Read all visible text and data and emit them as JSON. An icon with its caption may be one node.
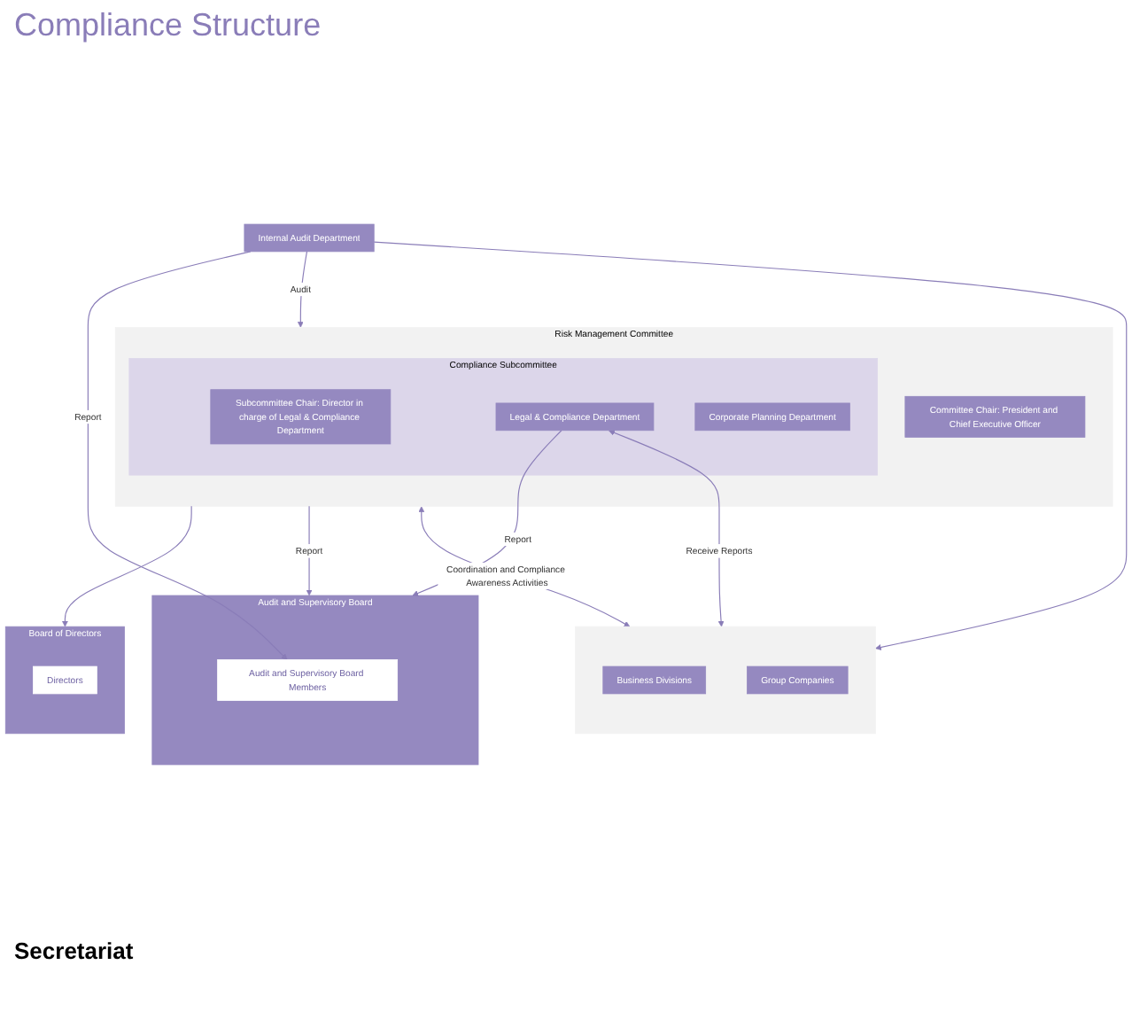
{
  "diagram": {
    "title": "Compliance Structure",
    "nodes": [
      {
        "text": [
          "Board of Directors"
        ]
      },
      {
        "text": [
          "Directors"
        ],
        "in": 0
      },
      {
        "text": [
          "Audit and Supervisory Board"
        ]
      },
      {
        "text": [
          "Audit and Supervisory Board Members"
        ],
        "in": 2
      },
      {
        "text": [
          "Risk Management Committee"
        ]
      },
      {
        "text": [
          "Committee Chair: President and Chief Executive Officer"
        ],
        "in": 4
      },
      {
        "text": [
          "Compliance Subcommittee"
        ],
        "in": 4
      },
      {
        "text": [
          "Subcommittee Chair: Director in charge of Legal & Compliance Department"
        ],
        "in": 6
      },
      {
        "text": [
          "Legal & Compliance Department"
        ],
        "in": 6
      },
      {
        "text": [
          "Corporate Planning Department"
        ],
        "in": 6
      },
      {
        "text": [
          "Internal Audit Department"
        ]
      },
      {
        "text": [],
        "shape": "box"
      },
      {
        "text": [
          "Business Divisions"
        ],
        "in": 11
      },
      {
        "text": [
          "Group Companies"
        ],
        "in": 11
      }
    ],
    "edges": [
      {
        "from": 4,
        "to": 0,
        "arrow": "to"
      },
      {
        "from": 4,
        "to": 2,
        "arrow": "to",
        "label": "Report"
      },
      {
        "from": 8,
        "to": 2,
        "arrow": "to",
        "label": "Report"
      },
      {
        "from": 10,
        "to": 3,
        "arrow": "to",
        "label": "Report"
      },
      {
        "from": 10,
        "to": 4,
        "arrow": "to",
        "label": "Audit"
      },
      {
        "from": 10,
        "to": 11,
        "arrow": "to"
      },
      {
        "from": 8,
        "to": 11,
        "arrow": "both",
        "label": "Receive Reports"
      },
      {
        "from": 4,
        "to": 11,
        "arrow": "both",
        "label": "Coordination and Compliance Awareness Activities"
      }
    ],
    "labels": [
      "Secretariat"
    ]
  }
}
